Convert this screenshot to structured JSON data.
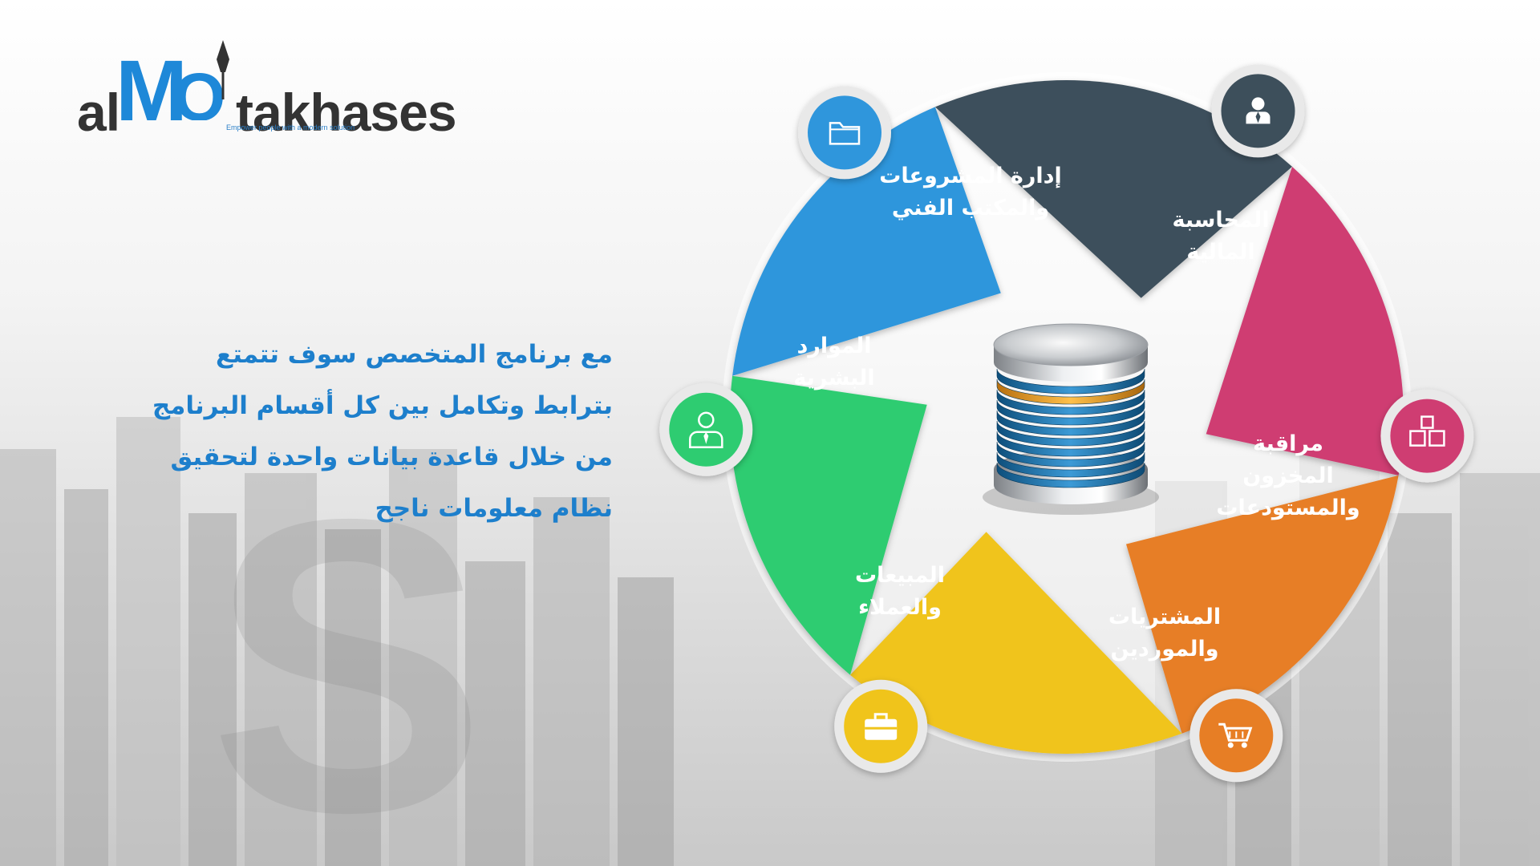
{
  "brand": {
    "part1": "al",
    "part2": "M",
    "part3": "O",
    "part4": "takhases",
    "tagline": "Empower people with a modern solution",
    "primary_color": "#1e88d8",
    "text_color": "#333333"
  },
  "intro": {
    "lines": [
      "مع برنامج المتخصص سوف تتمتع",
      "بترابط وتكامل بين كل أقسام البرنامج",
      "من خلال قاعدة بيانات واحدة لتحقيق",
      "نظام معلومات ناجح"
    ],
    "color": "#1d7fcc"
  },
  "center": {
    "icon": "database-icon"
  },
  "segments": [
    {
      "key": "projects",
      "lines": [
        "إدارة المشروعات",
        "والمكتب الفني"
      ],
      "color": "#2f96dc",
      "icon": "folder-icon"
    },
    {
      "key": "accounting",
      "lines": [
        "المحاسبة",
        "المالية"
      ],
      "color": "#3d4f5b",
      "icon": "user-tie-icon"
    },
    {
      "key": "inventory",
      "lines": [
        "مراقبة",
        "المخزون",
        "والمستودعات"
      ],
      "color": "#cf3d72",
      "icon": "boxes-icon"
    },
    {
      "key": "purchases",
      "lines": [
        "المشتريات",
        "والموردين"
      ],
      "color": "#e77e25",
      "icon": "cart-icon"
    },
    {
      "key": "sales",
      "lines": [
        "المبيعات",
        "والعملاء"
      ],
      "color": "#f0c41b",
      "icon": "briefcase-icon"
    },
    {
      "key": "hr",
      "lines": [
        "الموارد",
        "البشرية"
      ],
      "color": "#2ecc71",
      "icon": "employee-icon"
    }
  ]
}
